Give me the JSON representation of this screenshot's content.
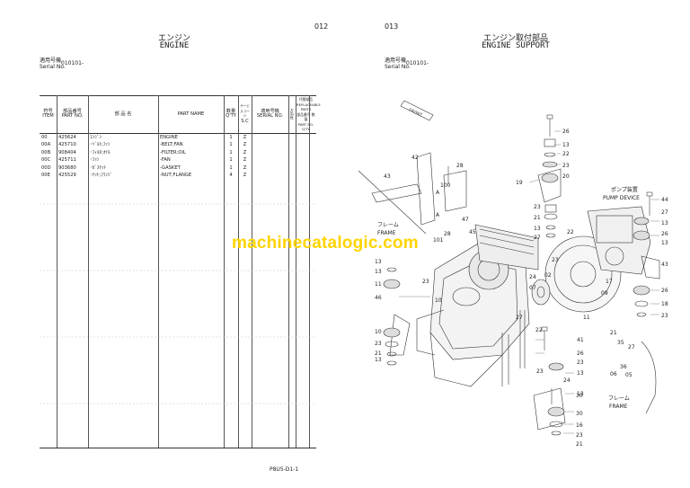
{
  "left_page": {
    "page_number": "012",
    "title_ja": "エンジン",
    "title_en": "ENGINE",
    "serial_label_ja": "適用号機",
    "serial_label_en": "Serial No.",
    "serial_value": "010101-",
    "headers": {
      "item_ja": "符号",
      "item_en": "ITEM",
      "partno_ja": "部品番号",
      "partno_en": "PART NO.",
      "name_ja": "部 品 名",
      "name_en": "PART NAME",
      "qty_ja": "数量",
      "qty_en": "Q'TY",
      "sc_ja": "サービスコード",
      "sc_en": "S.C",
      "serial_ja": "適用号機",
      "serial_en": "SERIAL NO.",
      "dir_ja": "方向性",
      "rep_ja": "代替部品",
      "rep_en": "REPLACEABLE PARTS",
      "rep_partno_ja": "部品番号",
      "rep_partno_en": "PART NO.",
      "rep_qty_ja": "数量",
      "rep_qty_en": "Q'TY"
    },
    "rows": [
      {
        "item": "00",
        "part_no": "425624",
        "name_ja": "ｴﾝｼﾞﾝ",
        "name_en": "ENGINE",
        "qty": "1",
        "sc": "Z"
      },
      {
        "item": "00A",
        "part_no": "425710",
        "name_ja": "･ﾍﾞﾙﾄ;ﾌｧﾝ",
        "name_en": "-BELT;FAN",
        "qty": "1",
        "sc": "Z"
      },
      {
        "item": "00B",
        "part_no": "908404",
        "name_ja": "･ﾌｨﾙﾀ;ｵｲﾙ",
        "name_en": "-FILTER;OIL",
        "qty": "1",
        "sc": "Z"
      },
      {
        "item": "00C",
        "part_no": "425711",
        "name_ja": "･ﾌｧﾝ",
        "name_en": "-FAN",
        "qty": "1",
        "sc": "Z"
      },
      {
        "item": "00D",
        "part_no": "903680",
        "name_ja": "･ｶﾞｽｹｯﾄ",
        "name_en": "-GASKET",
        "qty": "1",
        "sc": "Z"
      },
      {
        "item": "00E",
        "part_no": "425529",
        "name_ja": "･ﾅｯﾄ;ﾌﾗﾝｼﾞ",
        "name_en": "-NUT;FLANGE",
        "qty": "4",
        "sc": "Z"
      }
    ],
    "footer": "P8U5-D1-1"
  },
  "right_page": {
    "page_number": "013",
    "title_ja": "エンジン取付部品",
    "title_en": "ENGINE SUPPORT",
    "serial_label_ja": "適用号機",
    "serial_label_en": "Serial No.",
    "serial_value": "010101-",
    "labels": {
      "front": "FRONT",
      "frame_ja": "フレーム",
      "frame_en": "FRAME",
      "pump_ja": "ポンプ装置",
      "pump_en": "PUMP DEVICE",
      "frame2_ja": "フレーム",
      "frame2_en": "FRAME"
    },
    "callouts": [
      "26",
      "13",
      "22",
      "23",
      "20",
      "19",
      "23",
      "21",
      "13",
      "27",
      "42",
      "28",
      "100",
      "A",
      "A",
      "47",
      "45",
      "101",
      "43",
      "13",
      "28",
      "13",
      "24",
      "07",
      "02",
      "11",
      "23",
      "46",
      "10",
      "17",
      "11",
      "09",
      "10",
      "23",
      "21",
      "13",
      "27",
      "41",
      "26",
      "23",
      "13",
      "24",
      "13",
      "22",
      "23",
      "44",
      "43",
      "26",
      "18",
      "23",
      "21",
      "27",
      "35",
      "36",
      "06",
      "05",
      "30",
      "30",
      "16",
      "23",
      "21",
      "13",
      "27",
      "26",
      "13",
      "22",
      "23"
    ]
  },
  "watermark": "machinecatalogic.com"
}
